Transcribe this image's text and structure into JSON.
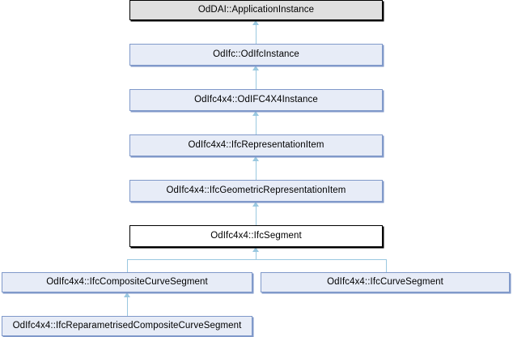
{
  "diagram": {
    "type": "class-inheritance",
    "title": "OdIfc4x4::IfcSegment inheritance diagram",
    "colors": {
      "root_fill": "#e0e0e0",
      "root_border": "#000000",
      "inherited_fill": "#e7ecf7",
      "inherited_border": "#8099ca",
      "current_fill": "#ffffff",
      "current_border": "#000000",
      "edge": "#9ac8e0",
      "background": "#ffffff"
    },
    "nodes": [
      {
        "id": "n0",
        "label": "OdDAI::ApplicationInstance",
        "style": "root"
      },
      {
        "id": "n1",
        "label": "OdIfc::OdIfcInstance",
        "style": "inherit"
      },
      {
        "id": "n2",
        "label": "OdIfc4x4::OdIFC4X4Instance",
        "style": "inherit"
      },
      {
        "id": "n3",
        "label": "OdIfc4x4::IfcRepresentationItem",
        "style": "inherit"
      },
      {
        "id": "n4",
        "label": "OdIfc4x4::IfcGeometricRepresentationItem",
        "style": "inherit"
      },
      {
        "id": "n5",
        "label": "OdIfc4x4::IfcSegment",
        "style": "current"
      },
      {
        "id": "n6",
        "label": "OdIfc4x4::IfcCompositeCurveSegment",
        "style": "inherit"
      },
      {
        "id": "n7",
        "label": "OdIfc4x4::IfcCurveSegment",
        "style": "inherit"
      },
      {
        "id": "n8",
        "label": "OdIfc4x4::IfcReparametrisedCompositeCurveSegment",
        "style": "inherit"
      }
    ],
    "edges": [
      {
        "from": "n1",
        "to": "n0"
      },
      {
        "from": "n2",
        "to": "n1"
      },
      {
        "from": "n3",
        "to": "n2"
      },
      {
        "from": "n4",
        "to": "n3"
      },
      {
        "from": "n5",
        "to": "n4"
      },
      {
        "from": "n6",
        "to": "n5"
      },
      {
        "from": "n7",
        "to": "n5"
      },
      {
        "from": "n8",
        "to": "n6"
      }
    ]
  }
}
